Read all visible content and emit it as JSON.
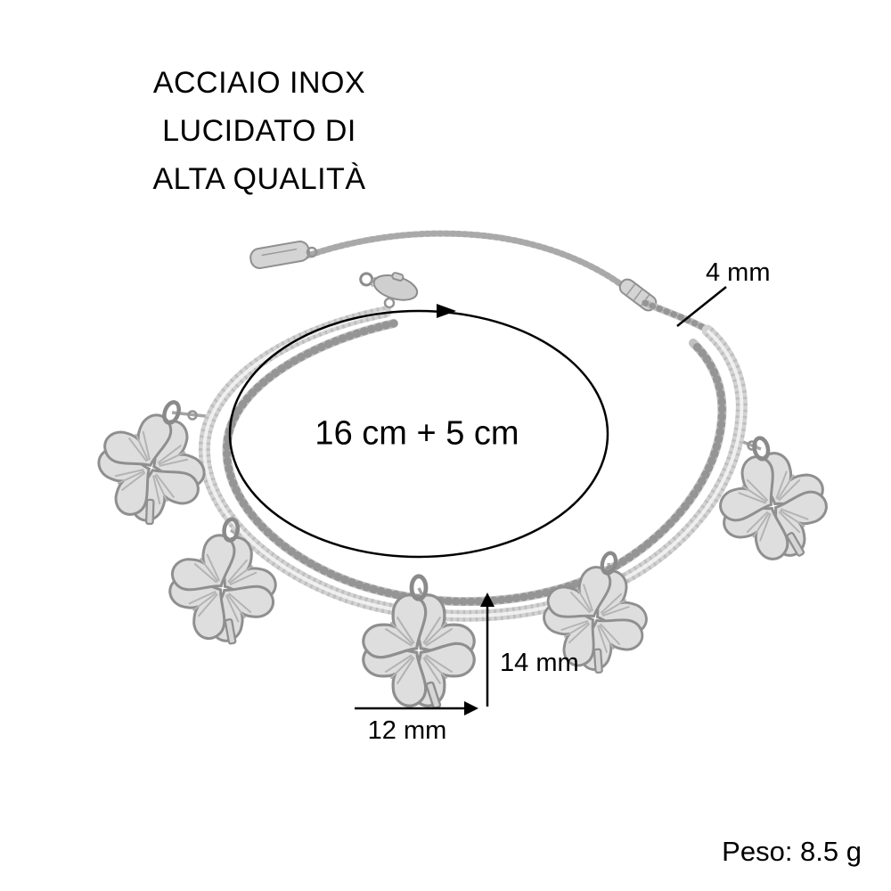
{
  "image": {
    "kind": "annotated-product-photo",
    "product": "stainless steel bracelet with four-leaf clover charms",
    "charm_count": 5
  },
  "labels": {
    "material_lines": [
      "ACCIAIO INOX",
      "LUCIDATO DI",
      "ALTA QUALITÀ"
    ],
    "chain_thickness": "4 mm",
    "bracelet_length": "16 cm + 5 cm",
    "charm_height": "14 mm",
    "charm_width": "12 mm",
    "weight": "Peso: 8.5 g"
  },
  "colors": {
    "background": "#ffffff",
    "text": "#000000",
    "annotation": "#000000",
    "metal_light": "#ededed",
    "metal_mid": "#cfcfcf",
    "metal_dark": "#8f8f8f"
  }
}
